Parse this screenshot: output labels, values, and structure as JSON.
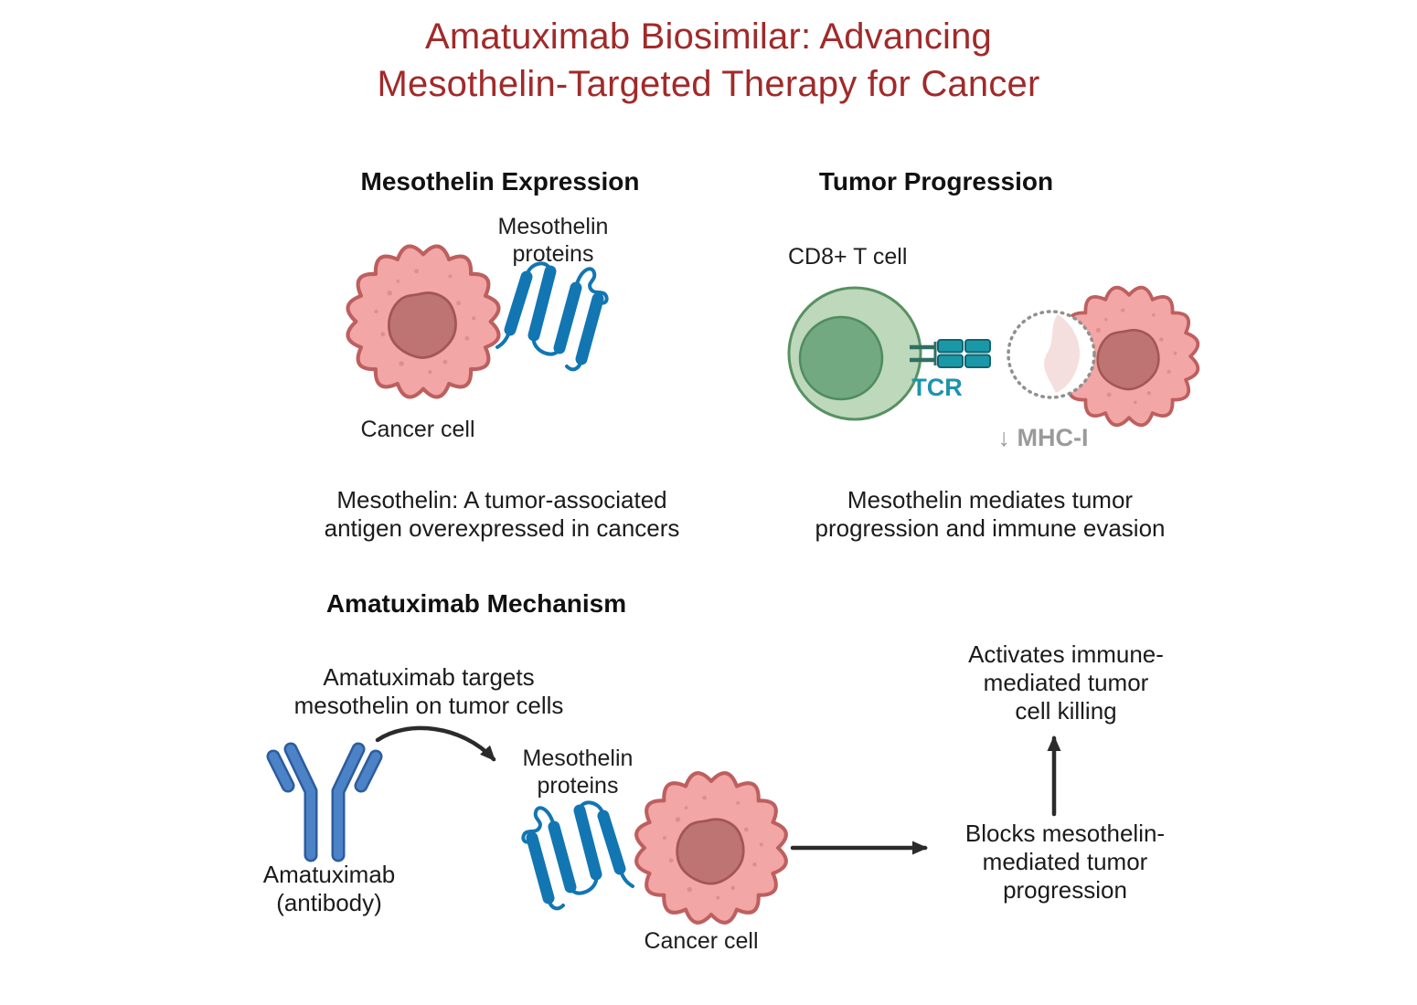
{
  "title": "Amatuximab Biosimilar: Advancing\nMesothelin-Targeted Therapy for Cancer",
  "sections": {
    "expression": {
      "heading": "Mesothelin Expression",
      "protein_label": "Mesothelin\nproteins",
      "cell_label": "Cancer cell",
      "caption": "Mesothelin: A tumor-associated\nantigen overexpressed in cancers"
    },
    "progression": {
      "heading": "Tumor Progression",
      "t_cell_label": "CD8+ T cell",
      "tcr_label": "TCR",
      "mhc_label": "↓ MHC-I",
      "caption": "Mesothelin mediates tumor\nprogression and immune evasion"
    },
    "mechanism": {
      "heading": "Amatuximab Mechanism",
      "intro": "Amatuximab targets\nmesothelin on tumor cells",
      "antibody_label": "Amatuximab\n(antibody)",
      "protein_label": "Mesothelin\nproteins",
      "cell_label": "Cancer cell",
      "blocks_label": "Blocks mesothelin-\nmediated tumor\nprogression",
      "activates_label": "Activates immune-\nmediated tumor\ncell killing"
    }
  },
  "colors": {
    "title_red": "#A12A2A",
    "cancer_cell_fill": "#F2A6A5",
    "cancer_cell_outline": "#BE5F5F",
    "cancer_nucleus_fill": "#BE7472",
    "cancer_nucleus_outline": "#A35654",
    "t_cell_fill": "#BDD8BB",
    "t_cell_outline": "#579161",
    "t_cell_nucleus": "#73A981",
    "tcr_teal": "#1B98A8",
    "tcr_label_teal": "#1B94AC",
    "mhc_gray": "#9A9A9A",
    "mesothelin_blue": "#1276B2",
    "antibody_fill": "#4C82C6",
    "antibody_outline": "#2D5C9E",
    "arrow_black": "#2B2B2B",
    "heading_black": "#111111"
  }
}
